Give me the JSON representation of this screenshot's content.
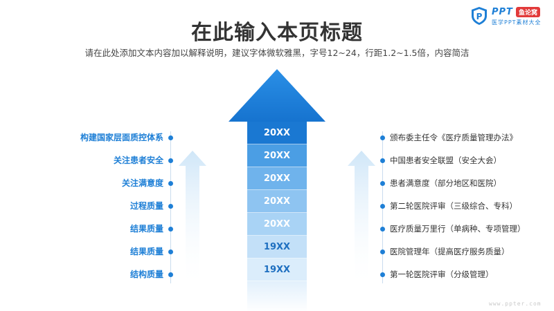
{
  "header": {
    "title": "在此输入本页标题",
    "subtitle": "请在此处添加文本内容加以解释说明，建议字体微软雅黑，字号12~24，行距1.2~1.5倍，内容简洁"
  },
  "logo": {
    "brand": "PPT",
    "badge": "鱼论窝",
    "tagline": "医学PPT素材大全",
    "color": "#1e7fd6"
  },
  "left_labels": [
    "构建国家层面质控体系",
    "关注患者安全",
    "关注满意度",
    "过程质量",
    "结果质量",
    "结果质量",
    "结构质量"
  ],
  "center_years": [
    "20XX",
    "20XX",
    "20XX",
    "20XX",
    "20XX",
    "19XX",
    "19XX"
  ],
  "right_items": [
    "颁布委主任令《医疗质量管理办法》",
    "中国患者安全联盟（安全大会）",
    "患者满意度（部分地区和医院）",
    "第二轮医院评审（三级综合、专科）",
    "医疗质量万里行（单病种、专项管理）",
    "医院管理年（提高医疗服务质量）",
    "第一轮医院评审（分级管理）"
  ],
  "watermark": "www.ppter.com",
  "colors": {
    "accent": "#1e7fd6",
    "text": "#333333"
  }
}
